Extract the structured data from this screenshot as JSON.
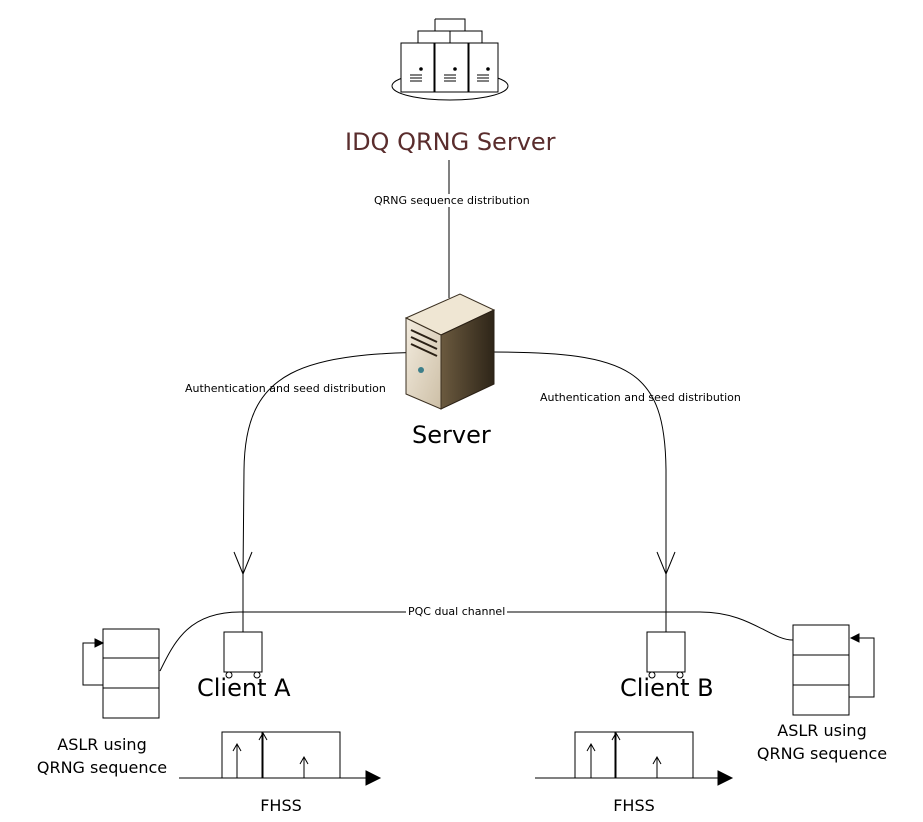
{
  "qrng_server": {
    "title": "IDQ QRNG Server",
    "title_color": "#5a2d2d"
  },
  "links": {
    "qrng_distribution": "QRNG sequence distribution",
    "auth_left": "Authentication and seed distribution",
    "auth_right": "Authentication and seed distribution",
    "pqc": "PQC dual channel"
  },
  "server": {
    "title": "Server"
  },
  "client_a": {
    "title": "Client A",
    "aslr_line1": "ASLR using",
    "aslr_line2": "QRNG sequence",
    "fhss": "FHSS"
  },
  "client_b": {
    "title": "Client B",
    "aslr_line1": "ASLR using",
    "aslr_line2": "QRNG sequence",
    "fhss": "FHSS"
  },
  "icons": [
    "server-rack-icon",
    "tower-server-icon",
    "client-device-icon"
  ]
}
